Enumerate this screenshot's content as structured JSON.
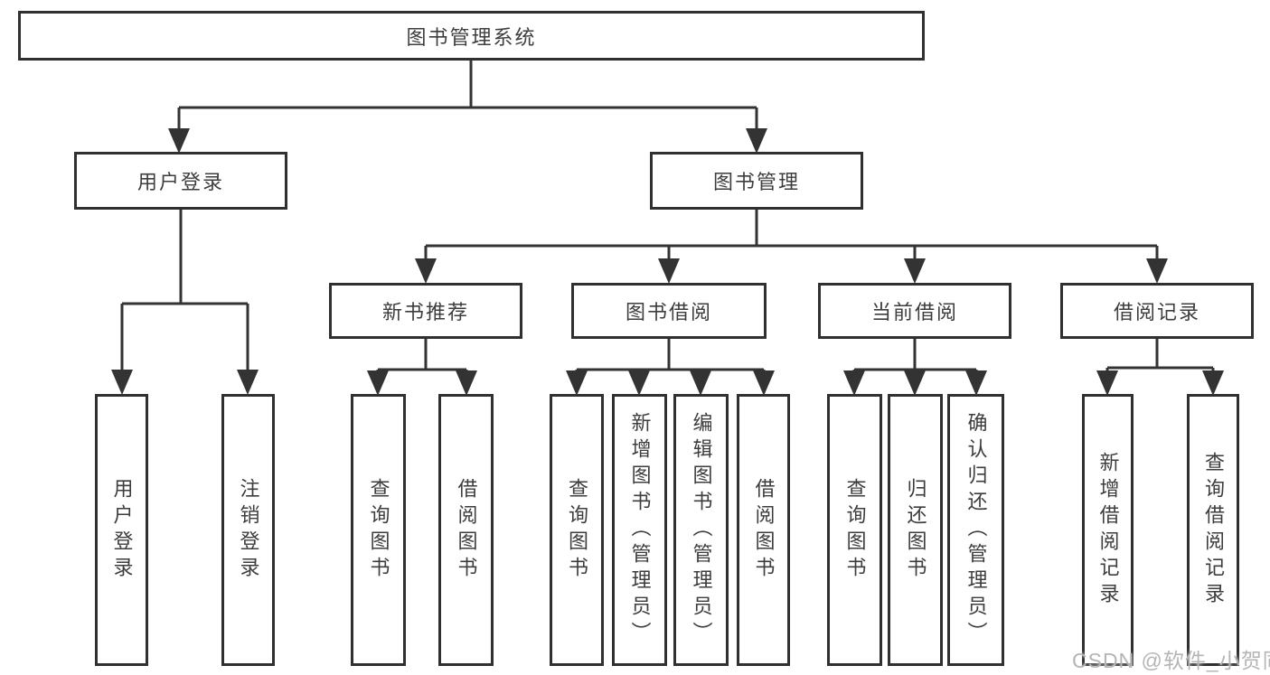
{
  "tree": {
    "root": "图书管理系统",
    "branches": [
      {
        "label": "用户登录",
        "leaves": [
          "用户登录",
          "注销登录"
        ]
      },
      {
        "label": "图书管理",
        "subbranches": [
          {
            "label": "新书推荐",
            "leaves": [
              "查询图书",
              "借阅图书"
            ]
          },
          {
            "label": "图书借阅",
            "leaves": [
              "查询图书",
              "新增图书（管理员）",
              "编辑图书（管理员）",
              "借阅图书"
            ]
          },
          {
            "label": "当前借阅",
            "leaves": [
              "查询图书",
              "归还图书",
              "确认归还（管理员）"
            ]
          },
          {
            "label": "借阅记录",
            "leaves": [
              "新增借阅记录",
              "查询借阅记录"
            ]
          }
        ]
      }
    ]
  },
  "watermark": {
    "text": "CSDN @软件_小贺同学"
  },
  "colors": {
    "line": "#333333",
    "border": "#303030",
    "text": "#3d3d3d",
    "watermark": "#b5b5b5",
    "background": "#ffffff"
  }
}
